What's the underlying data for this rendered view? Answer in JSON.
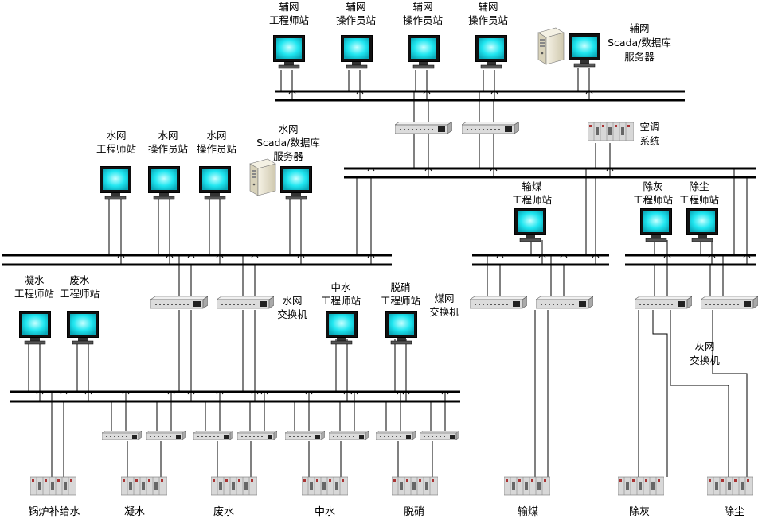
{
  "colors": {
    "monitor_screen": "#20e6f0",
    "monitor_frame": "#000000",
    "server_body": "#e9e4d2",
    "switch_body": "#d9d9d9",
    "plc_body": "#d7d7d7"
  },
  "labels": {
    "aux_eng": [
      "辅网",
      "工程师站"
    ],
    "aux_op1": [
      "辅网",
      "操作员站"
    ],
    "aux_op2": [
      "辅网",
      "操作员站"
    ],
    "aux_op3": [
      "辅网",
      "操作员站"
    ],
    "aux_server": [
      "辅网",
      "Scada/数据库",
      "服务器"
    ],
    "hvac": [
      "空调",
      "系统"
    ],
    "water_eng": [
      "水网",
      "工程师站"
    ],
    "water_op1": [
      "水网",
      "操作员站"
    ],
    "water_op2": [
      "水网",
      "操作员站"
    ],
    "water_server": [
      "水网",
      "Scada/数据库",
      "服务器"
    ],
    "coal_eng": [
      "输煤",
      "工程师站"
    ],
    "ash_eng": [
      "除灰",
      "工程师站"
    ],
    "dust_eng": [
      "除尘",
      "工程师站"
    ],
    "cond_eng": [
      "凝水",
      "工程师站"
    ],
    "waste_eng": [
      "废水",
      "工程师站"
    ],
    "water_switch": [
      "水网",
      "交换机"
    ],
    "mid_eng": [
      "中水",
      "工程师站"
    ],
    "denox_eng": [
      "脱硝",
      "工程师站"
    ],
    "coal_switch": [
      "煤网",
      "交换机"
    ],
    "ash_switch": [
      "灰网",
      "交换机"
    ]
  },
  "bottom_labels": {
    "boiler": "锅炉补给水",
    "cond": "凝水",
    "waste": "废水",
    "mid": "中水",
    "denox": "脱硝",
    "coal": "输煤",
    "ash": "除灰",
    "dust": "除尘"
  }
}
